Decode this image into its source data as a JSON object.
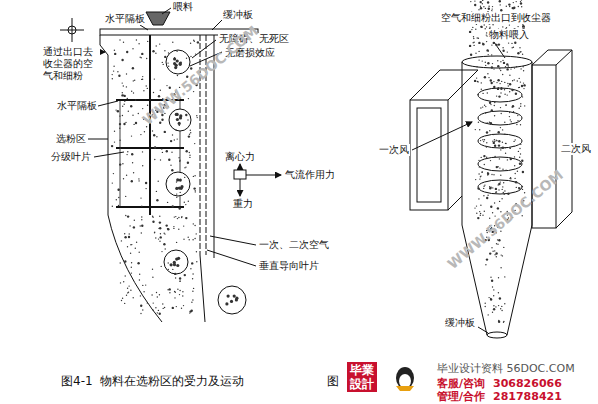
{
  "diagram": {
    "caption": "图4-1  物料在选粉区的受力及运动",
    "labels": [
      "喂料",
      "水平隔板",
      "缓冲板",
      "通过出口去收尘器的空气和细粉",
      "无障碍、无死区",
      "无磨损效应",
      "水平隔板",
      "选粉区",
      "分级叶片",
      "离心力",
      "气流作用力",
      "重力",
      "一次、二次空气",
      "垂直导向叶片",
      "空气和细粉出口到收尘器",
      "物料喂入",
      "一次风",
      "二次风",
      "缓冲板",
      "图",
      "WWW.56DOC.COM",
      "WWW.56DOC.COM",
      "毕業設計",
      "毕业设计资料 56DOC.COM",
      "客服/咨询",
      "306826066",
      "管理/合作",
      "281788421"
    ]
  }
}
